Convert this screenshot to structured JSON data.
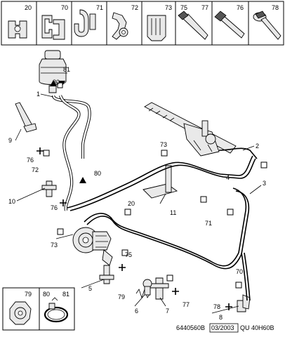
{
  "top_parts": [
    {
      "ref": "20",
      "icon": "clip-icon"
    },
    {
      "ref": "70",
      "icon": "double-clip-icon"
    },
    {
      "ref": "71",
      "icon": "hose-clip-icon"
    },
    {
      "ref": "72",
      "icon": "bracket-clip-icon"
    },
    {
      "ref": "73",
      "icon": "fastener-clip-icon"
    },
    {
      "ref": "75",
      "ref2": "77",
      "icon": "screw-icon"
    },
    {
      "ref": "76",
      "icon": "bolt-icon"
    },
    {
      "ref": "78",
      "icon": "flange-bolt-icon"
    }
  ],
  "callouts": {
    "c1": "1",
    "c2": "2",
    "c3": "3",
    "c4": "4",
    "c5": "5",
    "c6": "6",
    "c7": "7",
    "c8": "8",
    "c9": "9",
    "c10": "10",
    "c11": "11",
    "c20": "20",
    "c70": "70",
    "c71": "71",
    "c72": "72",
    "c73a": "73",
    "c73b": "73",
    "c75": "75",
    "c76a": "76",
    "c76b": "76",
    "c77": "77",
    "c78": "78",
    "c79": "79",
    "c80a": "80",
    "c80b": "80",
    "c81": "81"
  },
  "inset": {
    "left_ref": "79",
    "right_ref_a": "80",
    "right_ref_b": "81"
  },
  "footer": {
    "code": "6440560B",
    "date": "03/2003",
    "ref": "QU  40H60B"
  },
  "colors": {
    "line": "#000000",
    "fill": "#e9e9e9",
    "background": "#ffffff"
  }
}
